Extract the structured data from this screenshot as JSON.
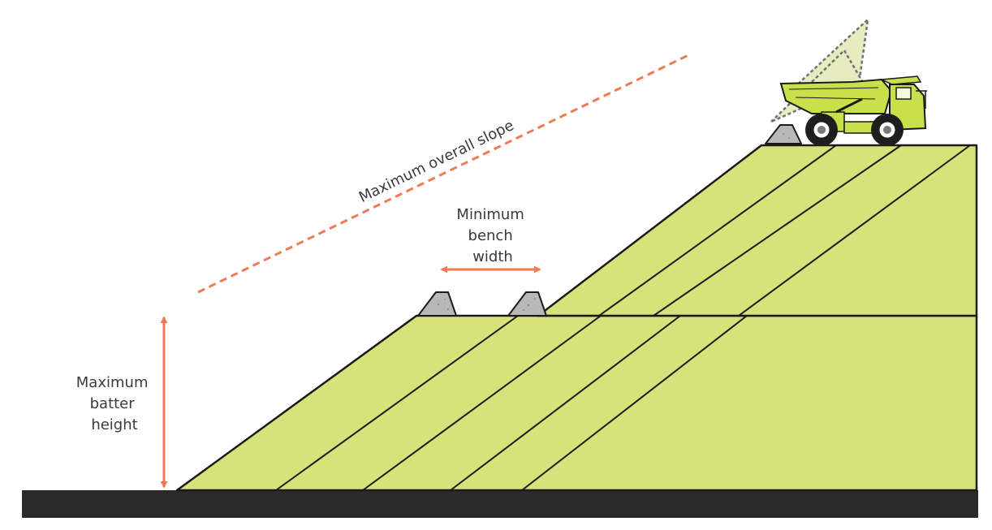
{
  "labels": {
    "overall_slope": "Maximum overall slope",
    "bench_width": [
      "Minimum",
      "bench",
      "width"
    ],
    "batter_height": [
      "Maximum",
      "batter",
      "height"
    ]
  },
  "colors": {
    "fill": "#d8e27b",
    "outline": "#1a1a1a",
    "ground": "#2a2a2a",
    "arrow": "#ee7b54",
    "bund": "#b8b8b8",
    "truck": "#c9e04a"
  },
  "icons": {
    "bund": "safety-bund-icon",
    "truck": "haul-truck-icon"
  }
}
